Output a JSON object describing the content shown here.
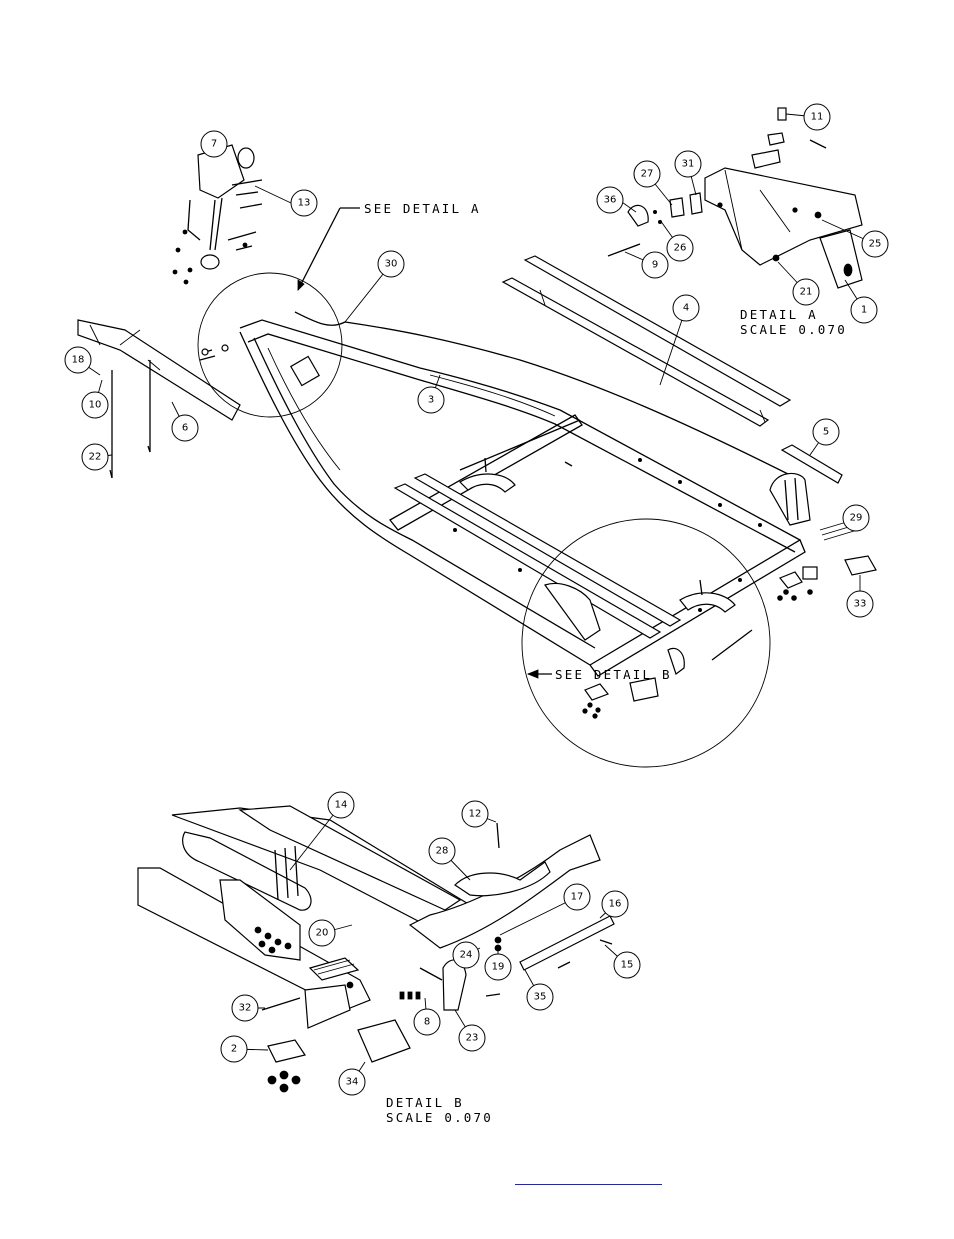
{
  "diagram": {
    "detail_a_label": "DETAIL  A",
    "detail_a_scale": "SCALE  0.070",
    "detail_b_label": "DETAIL  B",
    "detail_b_scale": "SCALE  0.070",
    "see_detail_a": "SEE DETAIL  A",
    "see_detail_b": "SEE DETAIL  B",
    "callouts": [
      "1",
      "2",
      "3",
      "4",
      "5",
      "6",
      "7",
      "8",
      "9",
      "10",
      "11",
      "12",
      "13",
      "14",
      "15",
      "16",
      "17",
      "18",
      "19",
      "20",
      "21",
      "22",
      "23",
      "24",
      "25",
      "26",
      "27",
      "28",
      "29",
      "30",
      "31",
      "32",
      "33",
      "34",
      "35",
      "36"
    ]
  },
  "footer": {
    "link_text": ""
  }
}
